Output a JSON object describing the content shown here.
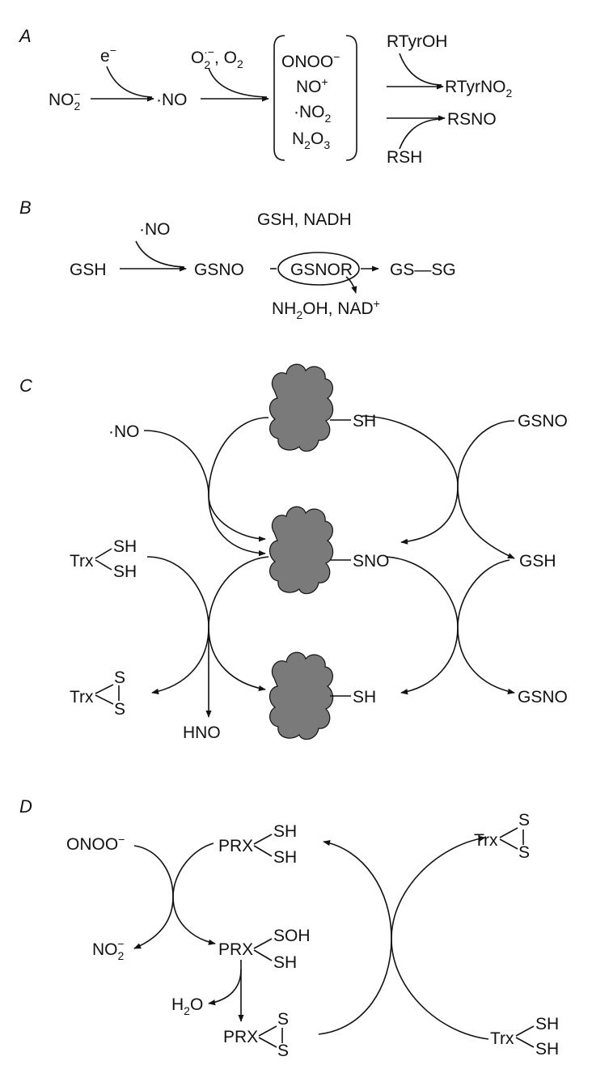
{
  "panels": {
    "a": {
      "label": "A",
      "nitrite": "NO",
      "nitrite_sub": "2",
      "nitrite_sup": "−",
      "electron": "e",
      "electron_sup": "−",
      "no_radical": "·NO",
      "superoxide": "O",
      "superoxide_sub": "2",
      "superoxide_sup": "·−",
      "oxygen_sep": ", O",
      "oxygen_sub": "2",
      "rns_peroxynitrite": "ONOO",
      "rns_peroxynitrite_sup": "−",
      "rns_nitrosonium": "NO",
      "rns_nitrosonium_sup": "+",
      "rns_no2": "·NO",
      "rns_no2_sub": "2",
      "rns_n2o3_a": "N",
      "rns_n2o3_sub1": "2",
      "rns_n2o3_b": "O",
      "rns_n2o3_sub2": "3",
      "tyrosine": "RTyrOH",
      "nitrotyrosine": "RTyrNO",
      "nitrotyrosine_sub": "2",
      "thiol": "RSH",
      "nitrosothiol": "RSNO"
    },
    "b": {
      "label": "B",
      "no_radical": "·NO",
      "gsh": "GSH",
      "gsno": "GSNO",
      "cofactors_in": "GSH, NADH",
      "enzyme": "GSNOR",
      "product": "GS—SG",
      "by_a": "NH",
      "by_sub": "2",
      "by_b": "OH, NAD",
      "by_sup": "+"
    },
    "c": {
      "label": "C",
      "no_radical": "·NO",
      "thiol_group": "SH",
      "gsno_top": "GSNO",
      "trx_reduced": "Trx",
      "trx_sh": "SH",
      "snitroso_group": "SNO",
      "gsh": "GSH",
      "trx_oxidized": "Trx",
      "trx_s": "S",
      "hno": "HNO",
      "gsno_bottom": "GSNO"
    },
    "d": {
      "label": "D",
      "peroxynitrite": "ONOO",
      "peroxynitrite_sup": "−",
      "prx": "PRX",
      "sh": "SH",
      "soh": "SOH",
      "s": "S",
      "nitrite": "NO",
      "nitrite_sub": "2",
      "nitrite_sup": "−",
      "water_a": "H",
      "water_sub": "2",
      "water_b": "O",
      "trx": "Trx"
    }
  }
}
